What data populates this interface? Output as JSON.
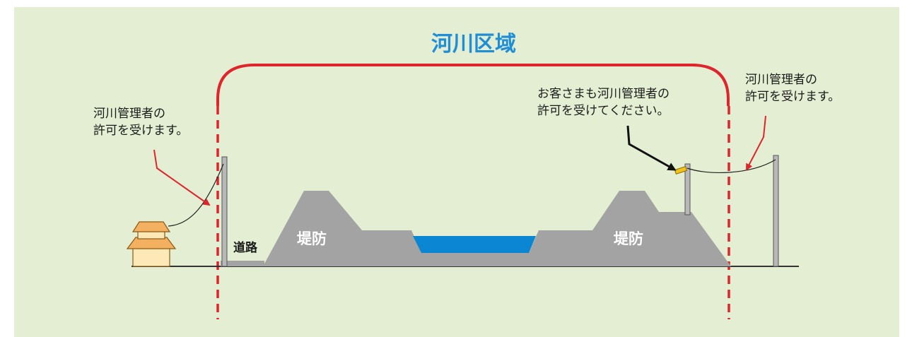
{
  "title": "河川区域",
  "notes": {
    "left": [
      "河川管理者の",
      "許可を受けます。"
    ],
    "right": [
      "河川管理者の",
      "許可を受けます。"
    ],
    "customer": [
      "お客さまも河川管理者の",
      "許可を受けてください。"
    ]
  },
  "labels": {
    "road": "道路",
    "dike_left": "堤防",
    "dike_right": "堤防"
  },
  "colors": {
    "background": "#e4eed3",
    "boundary": "#e0242b",
    "title": "#1e8ed6",
    "dike": "#a3a3a3",
    "water": "#0a86d3",
    "pole": "#b8b8b8",
    "house_roof": "#f3b060",
    "house_wall": "#fde9b8",
    "meter": "#f2c21a"
  },
  "icons": {
    "house": "house-icon",
    "pole": "utility-pole-icon",
    "meter": "meter-icon"
  }
}
